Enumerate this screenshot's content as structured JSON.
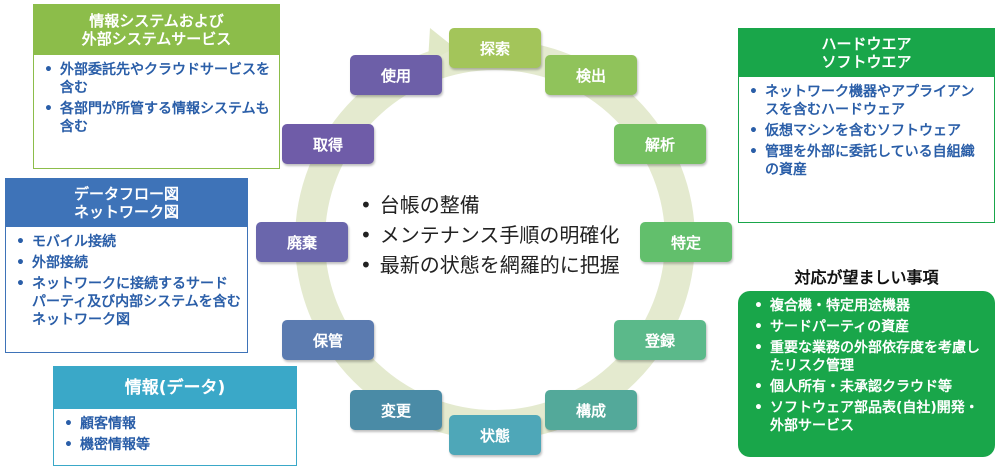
{
  "cycle": {
    "center_items": [
      "台帳の整備",
      "メンテナンス手順の明確化",
      "最新の状態を網羅的に把握"
    ],
    "nodes": [
      {
        "label": "探索",
        "color": "#a3c55a"
      },
      {
        "label": "検出",
        "color": "#90c35b"
      },
      {
        "label": "解析",
        "color": "#75c061"
      },
      {
        "label": "特定",
        "color": "#62bf6c"
      },
      {
        "label": "登録",
        "color": "#5bb98a"
      },
      {
        "label": "構成",
        "color": "#53a99a"
      },
      {
        "label": "状態",
        "color": "#4ea7b8"
      },
      {
        "label": "変更",
        "color": "#4a8ba6"
      },
      {
        "label": "保管",
        "color": "#5b7bb0"
      },
      {
        "label": "廃棄",
        "color": "#6a66ac"
      },
      {
        "label": "取得",
        "color": "#6f5ca8"
      },
      {
        "label": "使用",
        "color": "#6d5fa8"
      }
    ]
  },
  "panels": {
    "info_systems": {
      "title": [
        "情報システムおよび",
        "外部システムサービス"
      ],
      "items": [
        "外部委託先やクラウドサービスを含む",
        "各部門が所管する情報システムも含む"
      ]
    },
    "dataflow": {
      "title": [
        "データフロー図",
        "ネットワーク図"
      ],
      "items": [
        "モバイル接続",
        "外部接続",
        "ネットワークに接続するサードパーティ及び内部システムを含むネットワーク図"
      ]
    },
    "data": {
      "title": [
        "情報(データ)"
      ],
      "items": [
        "顧客情報",
        "機密情報等"
      ]
    },
    "hardware": {
      "title": [
        "ハードウエア",
        "ソフトウエア"
      ],
      "items": [
        "ネットワーク機器やアプライアンスを含むハードウェア",
        "仮想マシンを含むソフトウェア",
        "管理を外部に委託している自組織の資産"
      ]
    },
    "recommended": {
      "heading": "対応が望ましい事項",
      "items": [
        "複合機・特定用途機器",
        "サードパーティの資産",
        "重要な業務の外部依存度を考慮したリスク管理",
        "個人所有・未承認クラウド等",
        "ソフトウェア部品表(自社)開発・外部サービス"
      ]
    }
  },
  "colors": {
    "green_head": "#8cbd4a",
    "blue_head": "#3e73b8",
    "teal_head": "#3aa8c8",
    "hw_head": "#19a64a",
    "item_text": "#2a5ea8"
  }
}
